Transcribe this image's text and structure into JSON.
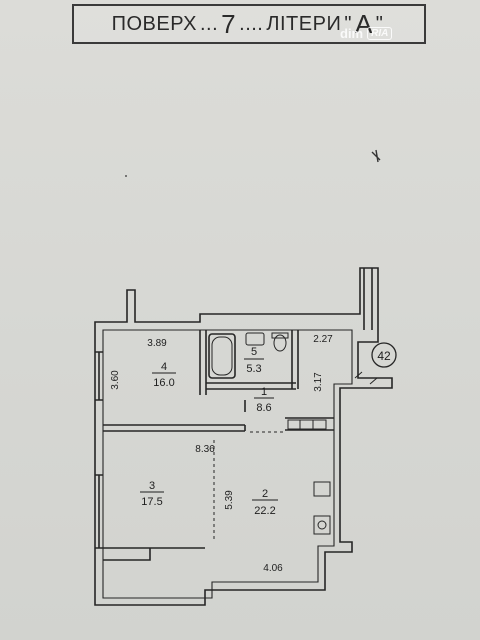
{
  "header": {
    "prefix": "ПОВЕРХ",
    "dots_left": "...",
    "floor": "7",
    "dots_mid": "....",
    "liter_label": "ЛІТЕРИ",
    "quote_open": "\"",
    "liter": "А",
    "quote_close": "\""
  },
  "watermark": {
    "brand": "dim",
    "badge": "RIA"
  },
  "plan": {
    "apartment_number": "42",
    "rooms": [
      {
        "id": "1",
        "area": "8.6"
      },
      {
        "id": "2",
        "area": "22.2"
      },
      {
        "id": "3",
        "area": "17.5"
      },
      {
        "id": "4",
        "area": "16.0"
      },
      {
        "id": "5",
        "area": "5.3"
      }
    ],
    "dimensions": {
      "room4_width": "3.89",
      "room4_depth": "3.60",
      "hall_width": "2.27",
      "hall_depth": "3.17",
      "living_width": "8.36",
      "kitchen_depth": "5.39",
      "kitchen_width": "4.06"
    }
  },
  "colors": {
    "ink": "#1e1e1e",
    "paper": "#d9dad6"
  }
}
